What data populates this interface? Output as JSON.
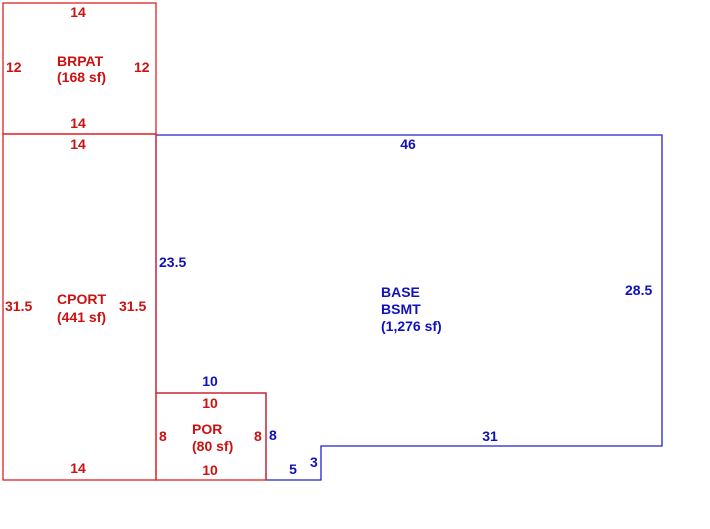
{
  "colors": {
    "red": "#dd2222",
    "blue": "#2222cc"
  },
  "brpat": {
    "name": "BRPAT",
    "area": "(168 sf)",
    "top": "14",
    "bottom": "14",
    "left": "12",
    "right": "12"
  },
  "cport": {
    "name": "CPORT",
    "area": "(441 sf)",
    "top": "14",
    "bottom": "14",
    "left": "31.5",
    "right": "31.5"
  },
  "por": {
    "name": "POR",
    "area": "(80 sf)",
    "top": "10",
    "bottom": "10",
    "left": "8",
    "right": "8"
  },
  "base": {
    "name": "BASE",
    "subname": "BSMT",
    "area": "(1,276 sf)",
    "top": "46",
    "left": "23.5",
    "right": "28.5",
    "notch_bottom": "31",
    "notch_side": "3",
    "step_bottom": "5",
    "step_side": "8",
    "por_top": "10"
  }
}
